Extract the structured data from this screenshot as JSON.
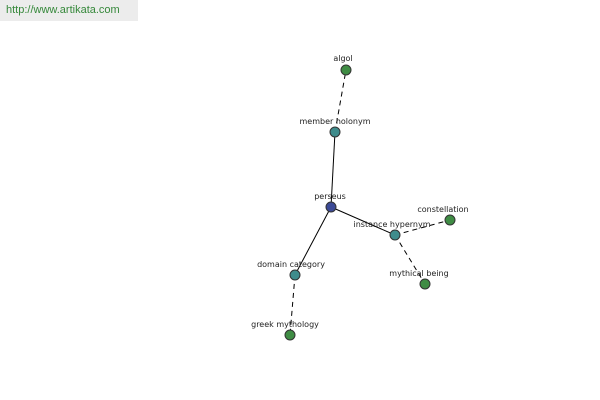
{
  "header": {
    "url": "http://www.artikata.com"
  },
  "colors": {
    "center": "#3c4a96",
    "relation": "#3f8c8c",
    "leaf": "#3f8c44",
    "url_text": "#35883a"
  },
  "graph": {
    "nodes": [
      {
        "id": "perseus",
        "label": "perseus",
        "kind": "center"
      },
      {
        "id": "member_holonym",
        "label": "member holonym",
        "kind": "relation"
      },
      {
        "id": "algol",
        "label": "algol",
        "kind": "leaf"
      },
      {
        "id": "instance_hypernym",
        "label": "instance hypernym",
        "kind": "relation"
      },
      {
        "id": "constellation",
        "label": "constellation",
        "kind": "leaf"
      },
      {
        "id": "mythical_being",
        "label": "mythical being",
        "kind": "leaf"
      },
      {
        "id": "domain_category",
        "label": "domain category",
        "kind": "relation"
      },
      {
        "id": "greek_mythology",
        "label": "greek mythology",
        "kind": "leaf"
      }
    ],
    "edges": [
      {
        "from": "perseus",
        "to": "member_holonym",
        "style": "solid"
      },
      {
        "from": "member_holonym",
        "to": "algol",
        "style": "dashed"
      },
      {
        "from": "perseus",
        "to": "instance_hypernym",
        "style": "solid"
      },
      {
        "from": "instance_hypernym",
        "to": "constellation",
        "style": "dashed"
      },
      {
        "from": "instance_hypernym",
        "to": "mythical_being",
        "style": "dashed"
      },
      {
        "from": "perseus",
        "to": "domain_category",
        "style": "solid"
      },
      {
        "from": "domain_category",
        "to": "greek_mythology",
        "style": "dashed"
      }
    ]
  }
}
